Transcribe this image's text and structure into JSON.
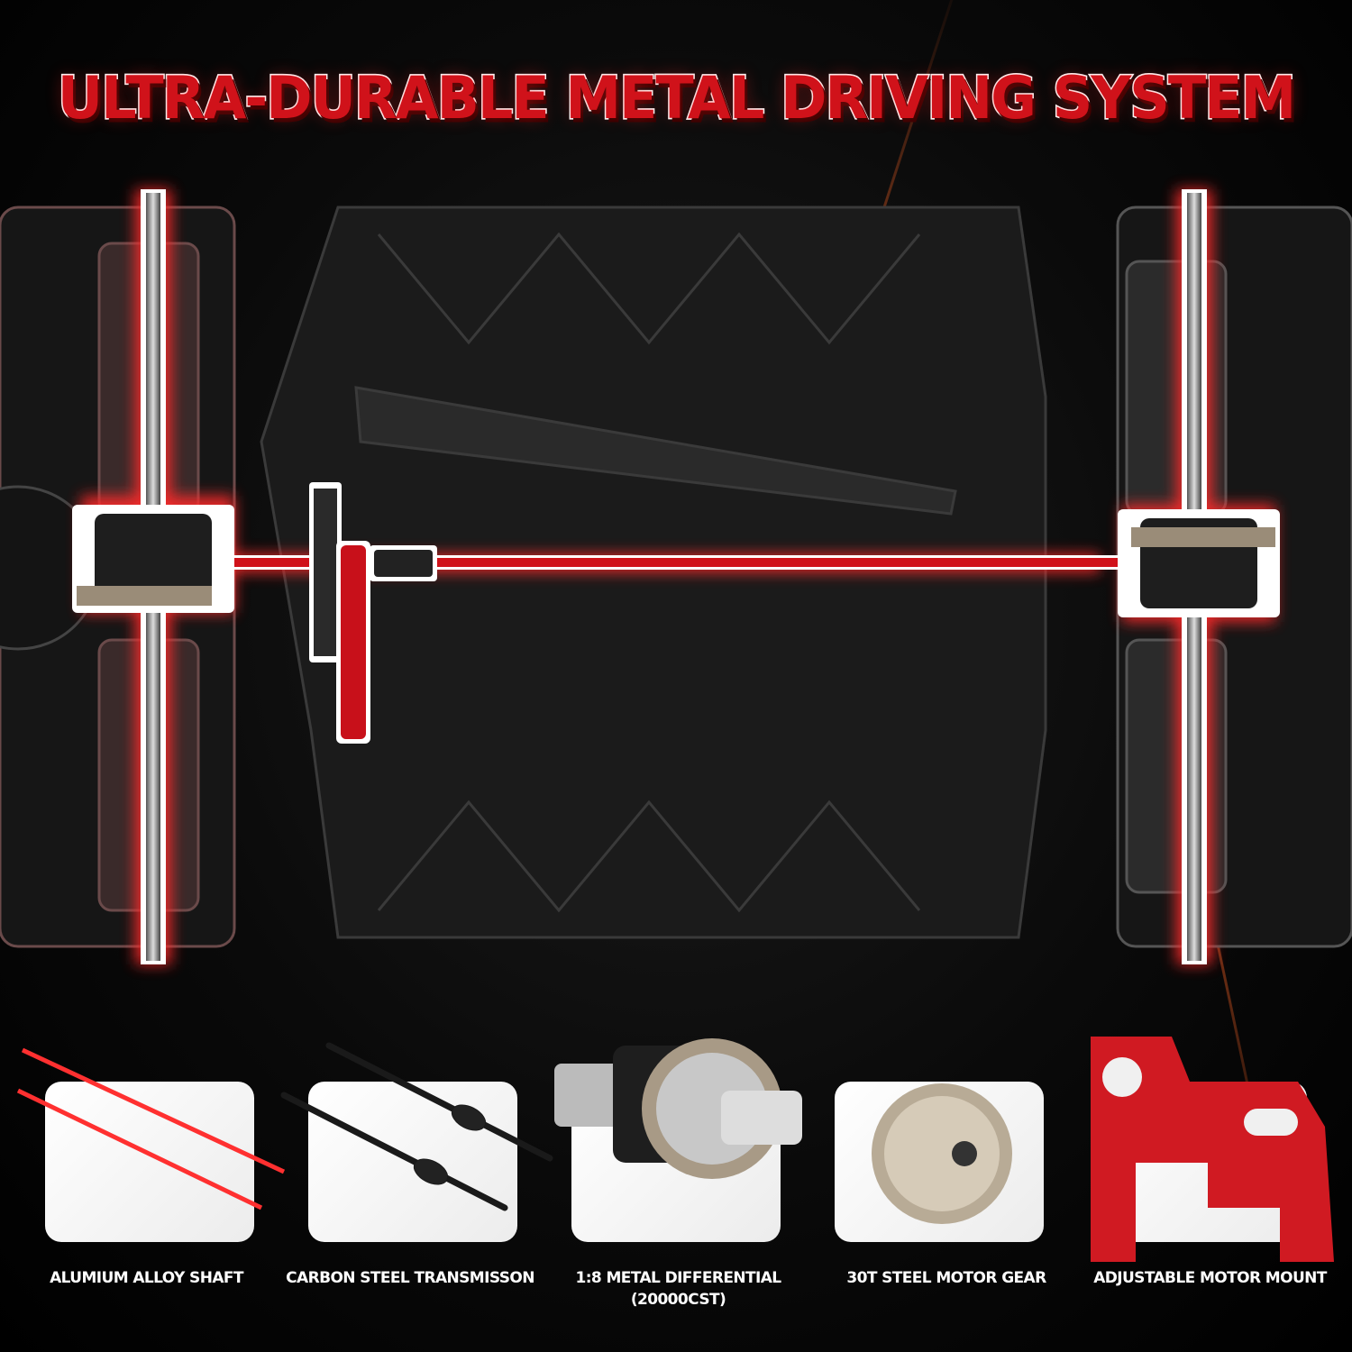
{
  "title": "ULTRA-DURABLE METAL DRIVING SYSTEM",
  "colors": {
    "accent_red": "#d0121a",
    "glow_red": "#ff2a2a",
    "background": "#000000",
    "card": "#f2f2f2"
  },
  "parts": [
    {
      "label": "ALUMIUM ALLOY SHAFT",
      "icon": "red-shafts-icon"
    },
    {
      "label": "CARBON STEEL TRANSMISSON",
      "icon": "drive-shafts-icon"
    },
    {
      "label": "1:8 METAL DIFFERENTIAL",
      "sublabel": "(20000CST)",
      "icon": "differential-icon"
    },
    {
      "label": "30T STEEL MOTOR GEAR",
      "icon": "pinion-gear-icon"
    },
    {
      "label": "ADJUSTABLE MOTOR MOUNT",
      "icon": "motor-mount-icon"
    }
  ]
}
